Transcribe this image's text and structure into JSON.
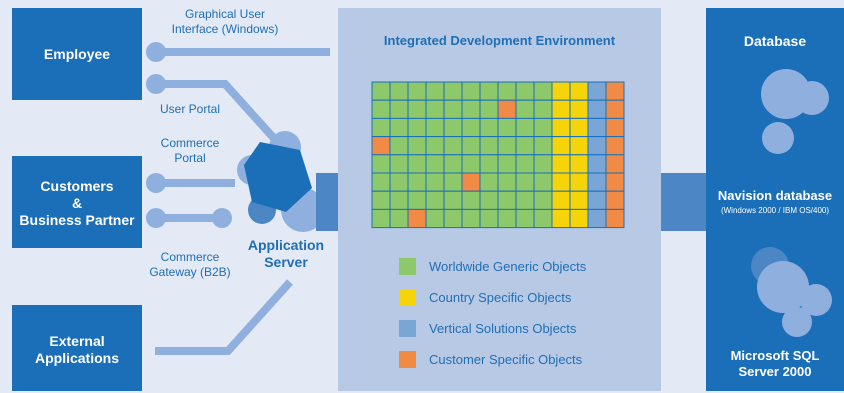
{
  "left_boxes": {
    "employee": "Employee",
    "customers_line1": "Customers",
    "customers_line2": "&",
    "customers_line3": "Business Partner",
    "external_line1": "External",
    "external_line2": "Applications"
  },
  "connectors": {
    "gui_line1": "Graphical User",
    "gui_line2": "Interface (Windows)",
    "user_portal": "User Portal",
    "commerce_portal_line1": "Commerce",
    "commerce_portal_line2": "Portal",
    "commerce_gateway_line1": "Commerce",
    "commerce_gateway_line2": "Gateway (B2B)"
  },
  "app_server": {
    "line1": "Application",
    "line2": "Server"
  },
  "ide": {
    "title": "Integrated Development Environment",
    "legend": [
      {
        "label": "Worldwide Generic Objects",
        "color": "#8dc86b"
      },
      {
        "label": "Country Specific Objects",
        "color": "#f5d50a"
      },
      {
        "label": "Vertical Solutions Objects",
        "color": "#7aa6d6"
      },
      {
        "label": "Customer Specific Objects",
        "color": "#f08a45"
      }
    ]
  },
  "database": {
    "title": "Database",
    "navision_title": "Navision database",
    "navision_sub": "(Windows 2000 / IBM OS/400)",
    "sql_line1": "Microsoft SQL",
    "sql_line2": "Server 2000"
  },
  "colors": {
    "background": "#e3e9f5",
    "dark_blue": "#1a6fb8",
    "mid_blue": "#4c86c4",
    "light_blue": "#8fb0de",
    "panel": "#b8c9e6",
    "green": "#8dc86b",
    "yellow": "#f5d50a",
    "vertical": "#7aa6d6",
    "orange": "#f08a45"
  }
}
